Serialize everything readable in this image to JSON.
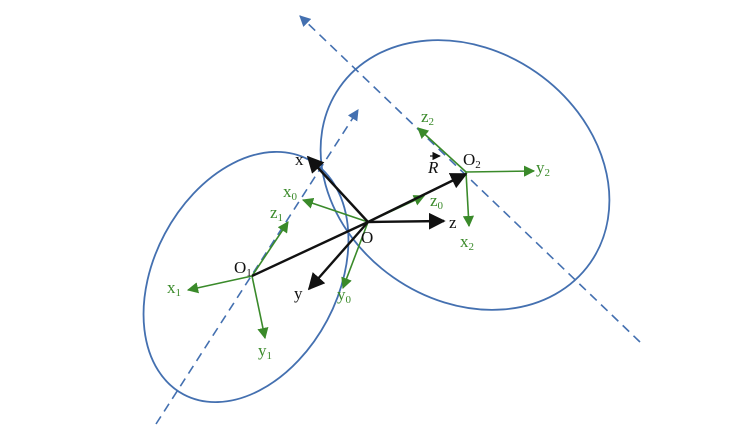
{
  "colors": {
    "ellipse": "#4470b0",
    "axis_line": "#4470b0",
    "green_vector": "#3a8a2a",
    "black_vector": "#111111"
  },
  "labels": {
    "O": "O",
    "x": "x",
    "y": "y",
    "z": "z",
    "x0": {
      "base": "x",
      "sub": "0"
    },
    "y0": {
      "base": "y",
      "sub": "0"
    },
    "z0": {
      "base": "z",
      "sub": "0"
    },
    "O1": {
      "base": "O",
      "sub": "1"
    },
    "x1": {
      "base": "x",
      "sub": "1"
    },
    "y1": {
      "base": "y",
      "sub": "1"
    },
    "z1": {
      "base": "z",
      "sub": "1"
    },
    "O2": {
      "base": "O",
      "sub": "2"
    },
    "x2": {
      "base": "x",
      "sub": "2"
    },
    "y2": {
      "base": "y",
      "sub": "2"
    },
    "z2": {
      "base": "z",
      "sub": "2"
    },
    "R": "R"
  }
}
